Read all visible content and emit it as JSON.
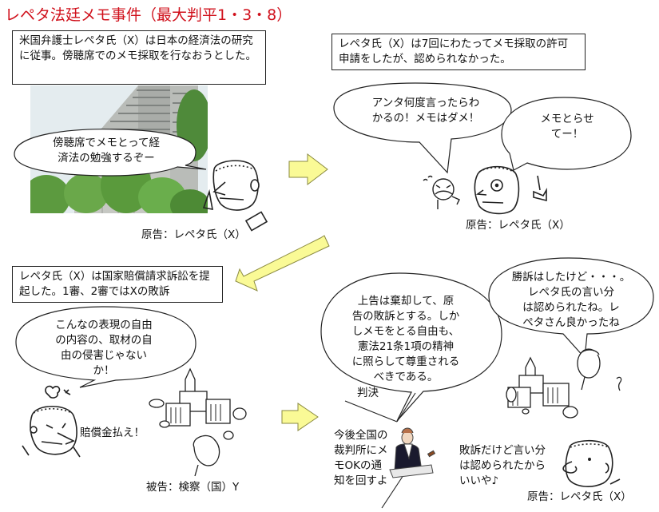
{
  "title": "レペタ法廷メモ事件（最大判平1・3・8）",
  "colors": {
    "title": "#d0101b",
    "arrow_fill": "#fafa96",
    "arrow_stroke": "#8a8a40",
    "line": "#222222"
  },
  "panel1": {
    "narration": "米国弁護士レペタ氏（X）は日本の経済法の研究に従事。傍聴席でのメモ採取を行なおうとした。",
    "bubble": "傍聴席でメモとって経\n済法の勉強するぞー",
    "caption": "原告：レペタ氏（X）",
    "photo": "courthouse-photo"
  },
  "panel2": {
    "narration": "レペタ氏（X）は7回にわたってメモ採取の許可申請をしたが、認められなかった。",
    "bubble_clerk": "アンタ何度言ったらわ\nかるの！メモはダメ！",
    "bubble_plaintiff": "メモとらせ\nてー！",
    "caption": "原告：レペタ氏（X）"
  },
  "panel3": {
    "narration": "レペタ氏（X）は国家賠償請求訴訟を提起した。1審、2審ではXの敗訴",
    "bubble": "こんなの表現の自由\nの内容の、取材の自\n由の侵害じゃない\nか！",
    "shout": "賠償金払え！",
    "caption": "被告：検察（国）Y"
  },
  "panel4": {
    "judgment_bubble": "上告は棄却して、原\n告の敗訴とする。しか\nしメモをとる自由も、\n憲法21条1項の精神\nに照らして尊重される\nべきである。",
    "judgment_label": "判決",
    "judge_note": "今後全国の\n裁判所にメ\nモOKの通\n知を回すよ",
    "onlooker_bubble": "勝訴はしたけど・・・。\nレペタ氏の言い分\nは認められたね。レ\nペタさん良かったね",
    "plaintiff_text": "敗訴だけど言い分\nは認められたから\nいいや♪",
    "caption": "原告：レペタ氏（X）"
  },
  "arrows": [
    {
      "name": "arrow-right-top",
      "direction": "right"
    },
    {
      "name": "arrow-down-left",
      "direction": "down-left"
    },
    {
      "name": "arrow-right-bottom",
      "direction": "right"
    }
  ]
}
